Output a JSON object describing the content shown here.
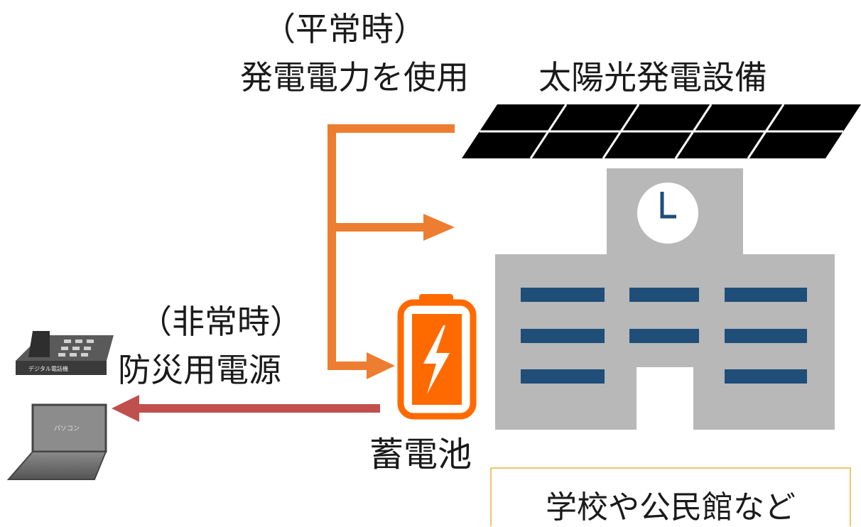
{
  "labels": {
    "normal_heading": "（平常時）",
    "normal_desc": "発電電力を使用",
    "solar": "太陽光発電設備",
    "emergency_heading": "（非常時）",
    "emergency_desc": "防災用電源",
    "battery": "蓄電池",
    "facility": "学校や公民館など",
    "phone_label": "デジタル電話機",
    "pc_label": "パソコン"
  },
  "colors": {
    "arrow_normal": "#ed7d31",
    "arrow_emergency": "#c0504d",
    "battery": "#ff6a00",
    "building": "#b8b8b8",
    "windows": "#1f4e79",
    "solar_panel": "#000000",
    "facility_border": "#f2c46a"
  },
  "icons": [
    "solar-panel-icon",
    "school-building-icon",
    "clock-icon",
    "battery-icon",
    "lightning-bolt-icon",
    "telephone-icon",
    "laptop-icon"
  ]
}
